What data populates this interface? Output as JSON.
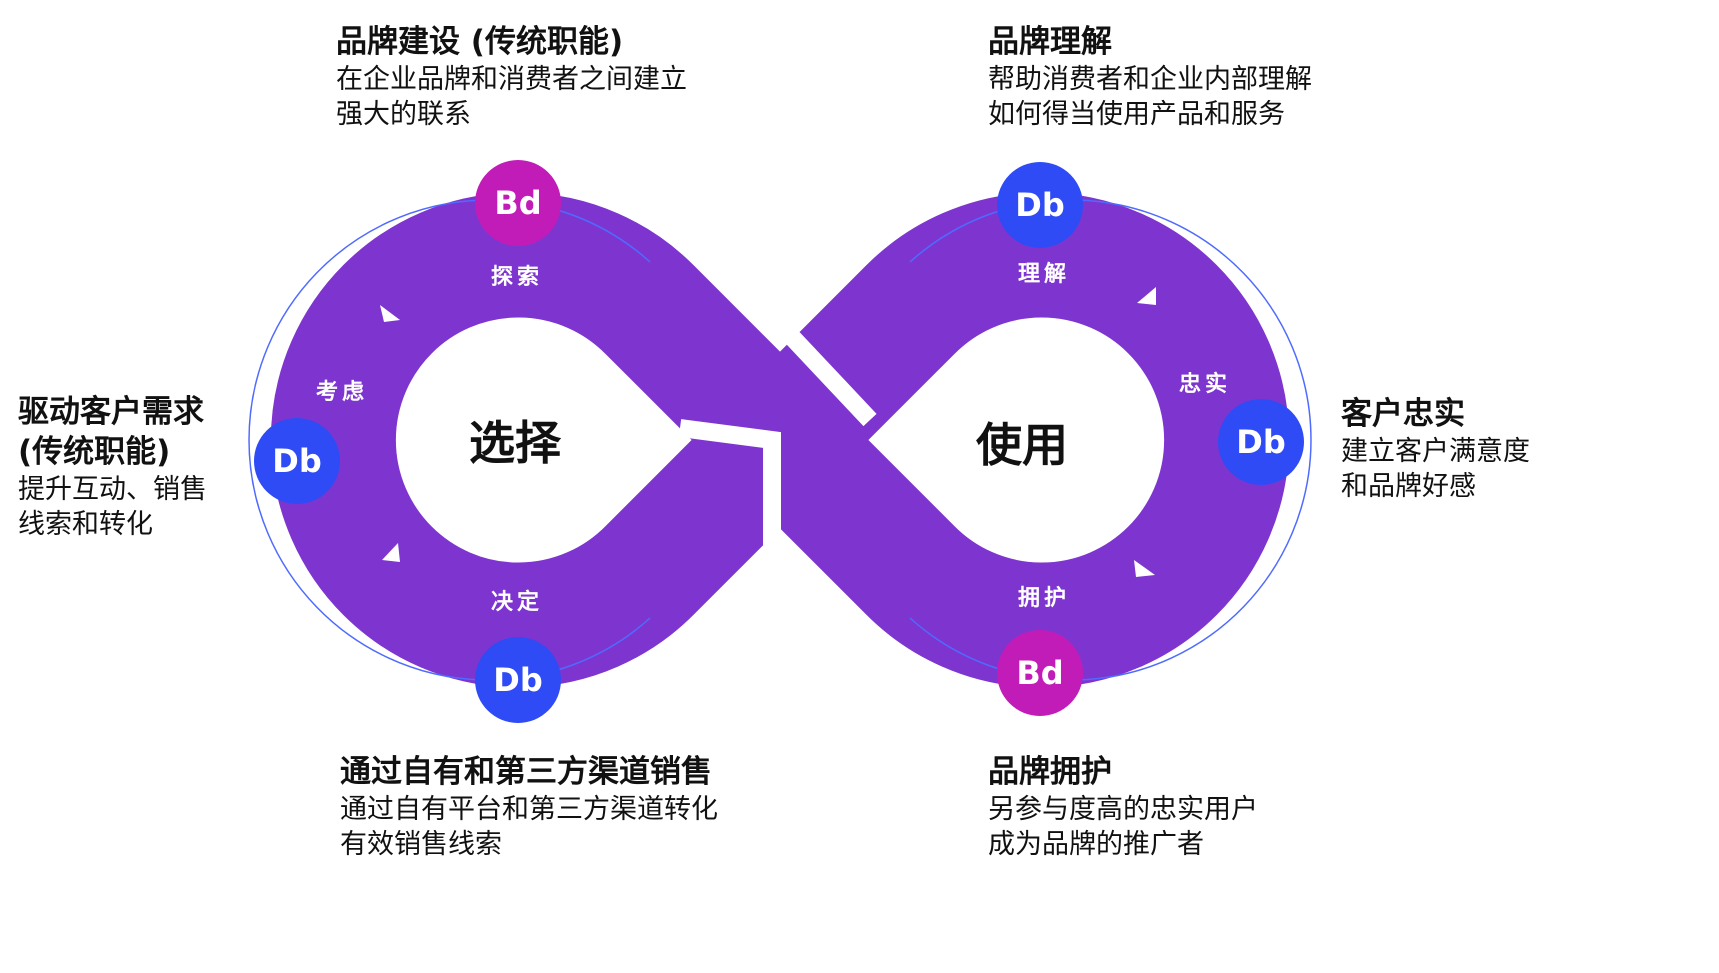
{
  "colors": {
    "loop": "#7e35cf",
    "bd": "#c21cb8",
    "db": "#2e4bf5"
  },
  "centers": {
    "left": "选择",
    "right": "使用"
  },
  "stages": {
    "explore": "探索",
    "consider": "考虑",
    "decide": "决定",
    "understand": "理解",
    "loyal": "忠实",
    "advocate": "拥护"
  },
  "badges": {
    "top_left": "Bd",
    "left": "Db",
    "bottom_left": "Db",
    "top_right": "Db",
    "right": "Db",
    "bottom_right": "Bd"
  },
  "blocks": {
    "brand_building": {
      "title": "品牌建设 (传统职能)",
      "lines": [
        "在企业品牌和消费者之间建立",
        "强大的联系"
      ]
    },
    "brand_understanding": {
      "title": "品牌理解",
      "lines": [
        "帮助消费者和企业内部理解",
        "如何得当使用产品和服务"
      ]
    },
    "drive_demand": {
      "title": "驱动客户需求",
      "title2": "(传统职能)",
      "lines": [
        "提升互动、销售",
        "线索和转化"
      ]
    },
    "customer_loyalty": {
      "title": "客户忠实",
      "lines": [
        "建立客户满意度",
        "和品牌好感"
      ]
    },
    "sales": {
      "title": "通过自有和第三方渠道销售",
      "lines": [
        "通过自有平台和第三方渠道转化",
        "有效销售线索"
      ]
    },
    "advocacy": {
      "title": "品牌拥护",
      "lines": [
        "另参与度高的忠实用户",
        "成为品牌的推广者"
      ]
    }
  }
}
